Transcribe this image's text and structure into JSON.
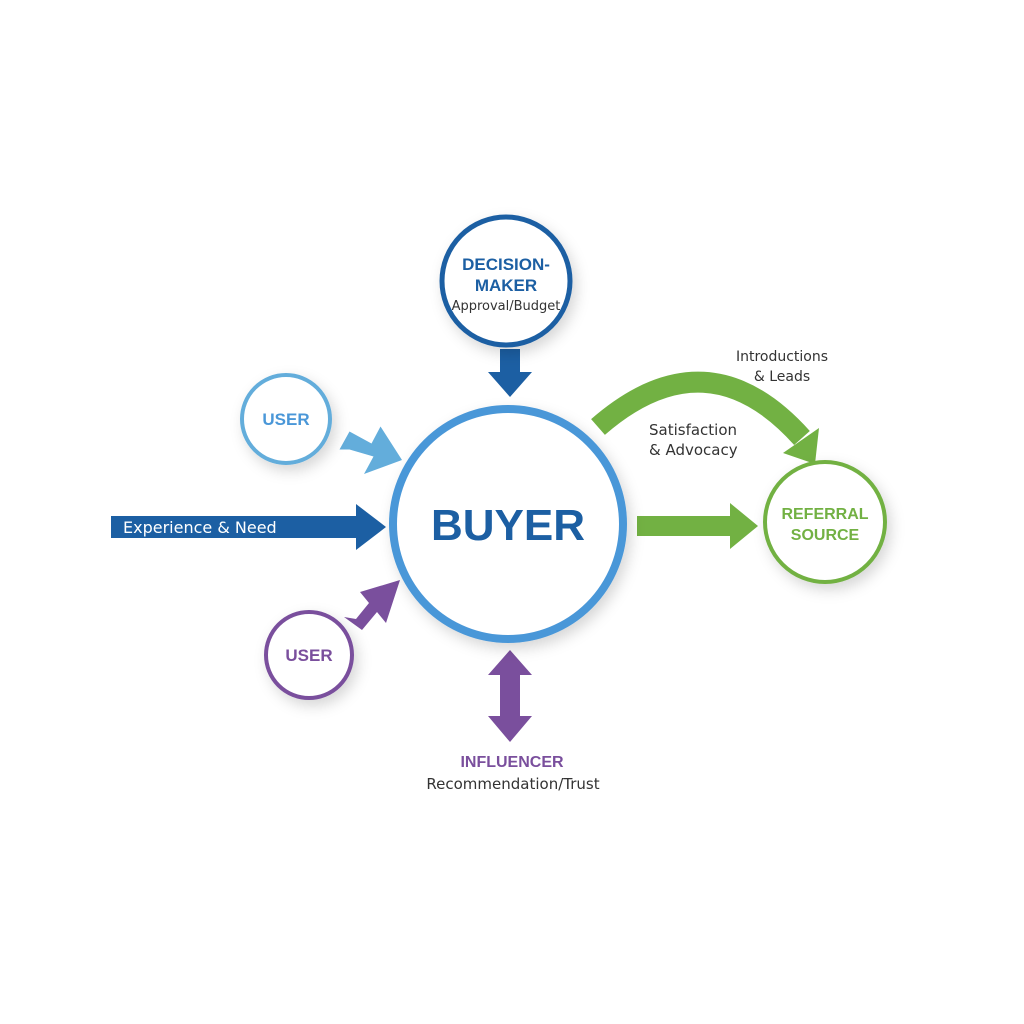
{
  "colors": {
    "dark_blue": "#1C5FA3",
    "light_blue": "#63ADDB",
    "purple": "#7A4F9D",
    "green": "#72B143",
    "buyer_ring": "#4A97D8",
    "caption_text": "#333333"
  },
  "nodes": {
    "buyer": {
      "label": "BUYER"
    },
    "decision_maker": {
      "label_line1": "DECISION-",
      "label_line2": "MAKER",
      "sublabel": "Approval/Budget"
    },
    "user_top": {
      "label": "USER"
    },
    "user_bottom": {
      "label": "USER"
    },
    "referral_source": {
      "label_line1": "REFERRAL",
      "label_line2": "SOURCE"
    },
    "influencer": {
      "label": "INFLUENCER",
      "sublabel": "Recommendation/Trust"
    }
  },
  "flows": {
    "experience_need": {
      "label": "Experience & Need"
    },
    "satisfaction": {
      "label_line1": "Satisfaction",
      "label_line2": "& Advocacy"
    },
    "introductions": {
      "label_line1": "Introductions",
      "label_line2": "& Leads"
    }
  }
}
